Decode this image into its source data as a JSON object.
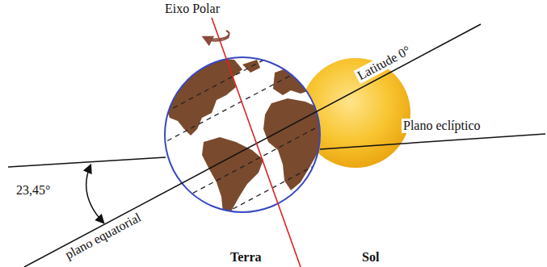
{
  "diagram": {
    "labels": [
      "Eixo Polar",
      "Latitude 0°",
      "Plano eclíptico",
      "23,45°",
      "plano equatorial",
      "Terra",
      "Sol"
    ]
  }
}
